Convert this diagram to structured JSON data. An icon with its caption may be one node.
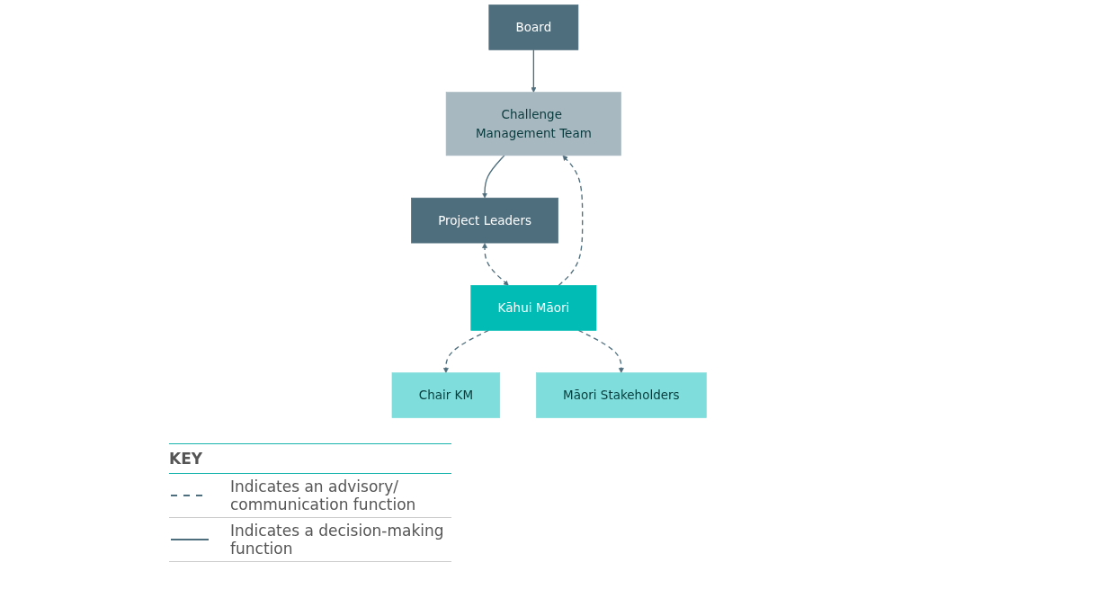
{
  "diagram": {
    "nodes": [
      {
        "text": [
          "Chair KM"
        ]
      },
      {
        "text": [
          "Board"
        ]
      },
      {
        "text": [
          "Kāhui Māori"
        ]
      },
      {
        "text": [
          "Challenge Management Team"
        ]
      },
      {
        "text": [
          "Māori Stakeholders"
        ]
      },
      {
        "text": [
          "Project Leaders"
        ]
      }
    ],
    "edges": [
      {
        "from": 2,
        "to": 0,
        "arrow": "to",
        "style": "dashed"
      },
      {
        "from": 2,
        "to": 3,
        "arrow": "to",
        "style": "dashed"
      },
      {
        "from": 1,
        "to": 3,
        "arrow": "to"
      },
      {
        "from": 3,
        "to": 5,
        "arrow": "to"
      },
      {
        "from": 2,
        "to": 4,
        "arrow": "to",
        "style": "dashed"
      },
      {
        "from": 5,
        "to": 2,
        "arrow": "both",
        "style": "dashed"
      }
    ],
    "labels": [
      "KEY"
    ],
    "legend": [
      {
        "text": "Indicates an advisory/ communication function"
      },
      {
        "text": "Indicates a decision-making function"
      }
    ]
  }
}
